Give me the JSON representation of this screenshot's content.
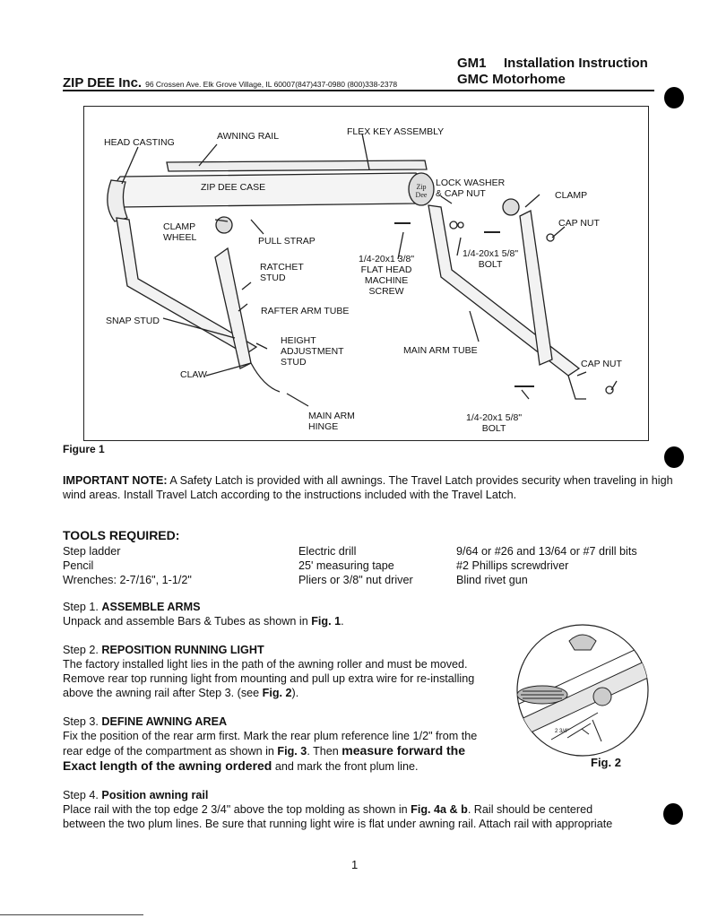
{
  "header": {
    "doc_code": "GM1",
    "doc_type": "Installation Instruction",
    "vehicle": "GMC Motorhome",
    "company": "ZIP DEE Inc.",
    "address": "96 Crossen Ave. Elk Grove Village, IL 60007(847)437-0980 (800)338-2378"
  },
  "figure1": {
    "caption": "Figure 1",
    "labels": {
      "head_casting": "HEAD CASTING",
      "awning_rail": "AWNING RAIL",
      "flex_key": "FLEX KEY ASSEMBLY",
      "case": "ZIP DEE CASE",
      "lock_washer_1": "LOCK WASHER",
      "lock_washer_2": "& CAP NUT",
      "clamp_right": "CLAMP",
      "cap_nut_1": "CAP NUT",
      "clamp_wheel_1": "CLAMP",
      "clamp_wheel_2": "WHEEL",
      "pull_strap": "PULL STRAP",
      "bolt_a_1": "1/4-20x1 5/8\"",
      "bolt_a_2": "BOLT",
      "screw_1": "1/4-20x1 3/8\"",
      "screw_2": "FLAT HEAD",
      "screw_3": "MACHINE",
      "screw_4": "SCREW",
      "ratchet_1": "RATCHET",
      "ratchet_2": "STUD",
      "rafter": "RAFTER ARM TUBE",
      "snap_stud": "SNAP STUD",
      "height_1": "HEIGHT",
      "height_2": "ADJUSTMENT",
      "height_3": "STUD",
      "main_arm_tube": "MAIN ARM TUBE",
      "claw": "CLAW",
      "cap_nut_2": "CAP NUT",
      "hinge_1": "MAIN ARM",
      "hinge_2": "HINGE",
      "bolt_b_1": "1/4-20x1 5/8\"",
      "bolt_b_2": "BOLT",
      "logo": "Zip Dee"
    }
  },
  "note": {
    "lead": "IMPORTANT NOTE:",
    "text": " A Safety Latch is provided with all awnings. The Travel Latch provides security when traveling in high wind areas.  Install Travel Latch according to the  instructions included with the Travel Latch."
  },
  "tools": {
    "heading": "TOOLS REQUIRED:",
    "col1": [
      "Step ladder",
      "Pencil",
      "Wrenches: 2-7/16\", 1-1/2\""
    ],
    "col2": [
      "Electric drill",
      "25' measuring tape",
      "Pliers or 3/8\" nut driver"
    ],
    "col3": [
      "9/64 or #26 and 13/64 or #7 drill bits",
      "#2 Phillips screwdriver",
      "Blind rivet gun"
    ]
  },
  "steps": {
    "s1": {
      "num": "Step 1.",
      "title": "ASSEMBLE ARMS",
      "pre": "Unpack and assemble Bars & Tubes as shown in ",
      "ref": "Fig. 1",
      "post": "."
    },
    "s2": {
      "num": "Step 2.",
      "title": "REPOSITION RUNNING LIGHT",
      "l1": "The factory installed light lies in the path of the awning roller and must be moved.",
      "l2": "Remove rear top running light from mounting and pull up extra wire for re-installing",
      "l3_pre": "above the awning rail after Step 3. (see ",
      "ref": "Fig. 2",
      "l3_post": ")."
    },
    "s3": {
      "num": "Step 3.",
      "title": "DEFINE AWNING AREA",
      "l1": "Fix the position of the rear arm first. Mark the rear plum reference line 1/2\" from the",
      "l2_pre": "rear edge of the compartment as shown in ",
      "ref": "Fig. 3",
      "l2_mid": ". Then ",
      "l2_big": "measure forward the",
      "l3_big": "Exact length of the awning ordered",
      "l3_post": " and mark the front plum line."
    },
    "s4": {
      "num": "Step 4.",
      "title": "Position awning rail",
      "l1_pre": "Place rail with the top edge 2 3/4\" above the top molding as shown in ",
      "ref": "Fig. 4a & b",
      "l1_post": ". Rail should be centered",
      "l2": "between the two plum lines. Be sure that running light wire is flat under awning rail. Attach rail with appropriate"
    }
  },
  "figure2": {
    "caption": "Fig. 2",
    "dimension": "2 3/4\""
  },
  "page_number": "1"
}
